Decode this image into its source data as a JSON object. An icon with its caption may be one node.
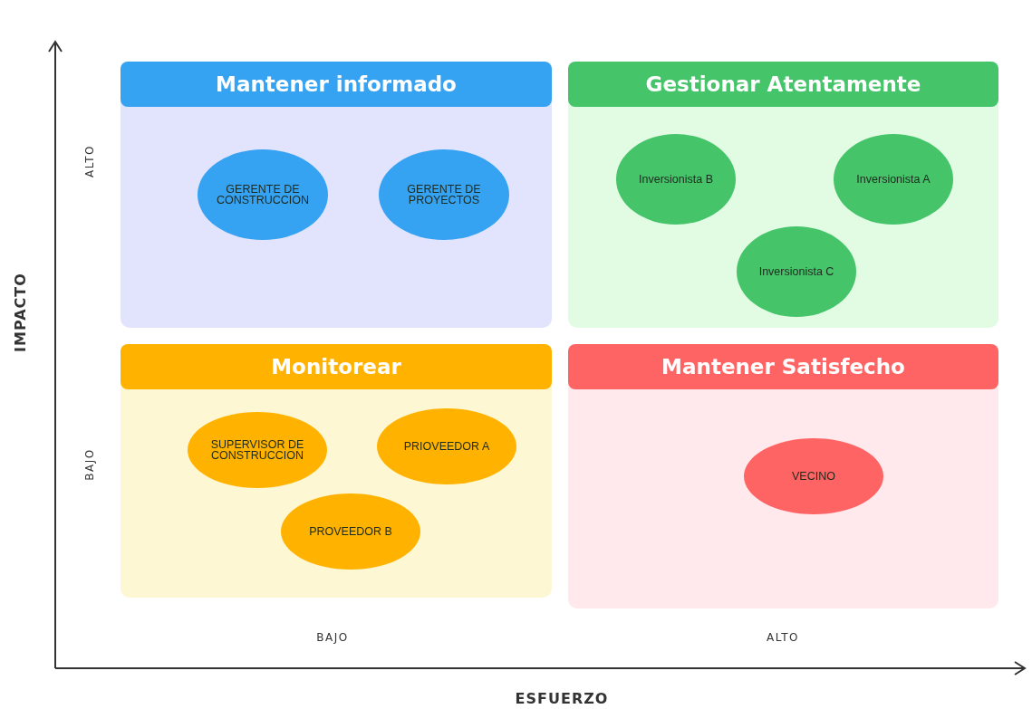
{
  "diagram": {
    "nodes": [
      {
        "text": [
          "Mantener informado"
        ]
      },
      {
        "text": [
          "GERENTE DE CONSTRUCCION"
        ],
        "in": 0
      },
      {
        "text": [
          "GERENTE DE PROYECTOS"
        ],
        "in": 0
      },
      {
        "text": [
          "Gestionar Atentamente"
        ]
      },
      {
        "text": [
          "Inversionista B"
        ],
        "in": 3
      },
      {
        "text": [
          "Inversionista A"
        ],
        "in": 3
      },
      {
        "text": [
          "Inversionista C"
        ],
        "in": 3
      },
      {
        "text": [
          "Monitorear"
        ]
      },
      {
        "text": [
          "SUPERVISOR DE CONSTRUCCION"
        ],
        "in": 7
      },
      {
        "text": [
          "PRIOVEEDOR A"
        ],
        "in": 7
      },
      {
        "text": [
          "PROVEEDOR B"
        ],
        "in": 7
      },
      {
        "text": [
          "Mantener Satisfecho"
        ]
      },
      {
        "text": [
          "VECINO"
        ],
        "in": 11
      }
    ],
    "edges": [],
    "labels": [
      "IMPACTO",
      "ALTO",
      "BAJO",
      "BAJO",
      "ALTO",
      "ESFUERZO"
    ]
  }
}
